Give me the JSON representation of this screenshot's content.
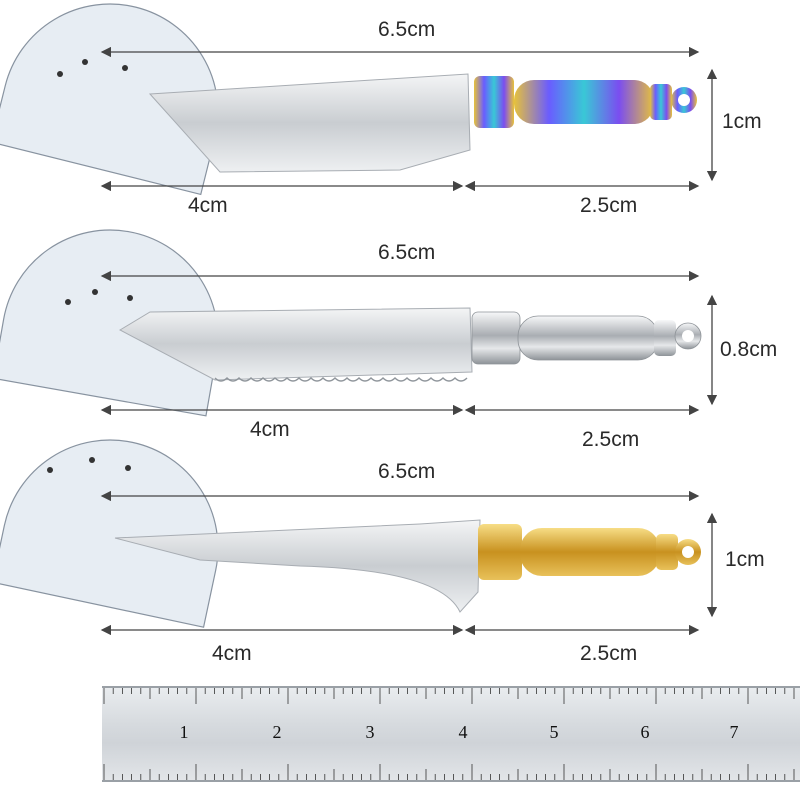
{
  "knives": [
    {
      "total": "6.5cm",
      "blade": "4cm",
      "handle": "2.5cm",
      "height": "1cm",
      "handle_style": "rainbow-titanium",
      "blade_style": "chef"
    },
    {
      "total": "6.5cm",
      "blade": "4cm",
      "handle": "2.5cm",
      "height": "0.8cm",
      "handle_style": "silver",
      "blade_style": "serrated"
    },
    {
      "total": "6.5cm",
      "blade": "4cm",
      "handle": "2.5cm",
      "height": "1cm",
      "handle_style": "gold",
      "blade_style": "boning"
    }
  ],
  "ruler": {
    "numbers": [
      "1",
      "2",
      "3",
      "4",
      "5",
      "6",
      "7"
    ]
  },
  "colors": {
    "gold": "#d9a93a",
    "silver": "#c8ccd0",
    "rainbow_a": "#6a5cff",
    "rainbow_b": "#39c8d6",
    "rainbow_c": "#e7c23a"
  }
}
